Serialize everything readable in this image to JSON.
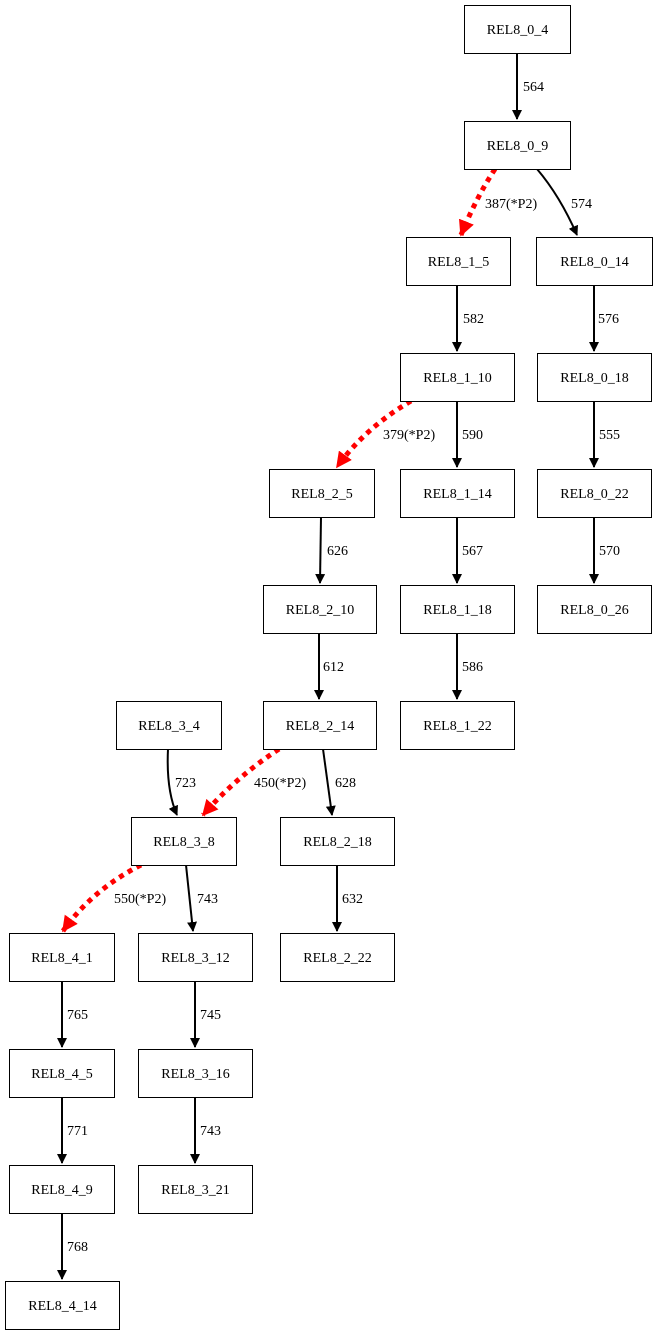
{
  "diagram": {
    "type": "directed-graph",
    "colors": {
      "normal_edge": "#000000",
      "priority_edge": "#ff0000"
    },
    "nodes": [
      {
        "id": "REL8_0_4",
        "label": "REL8_0_4"
      },
      {
        "id": "REL8_0_9",
        "label": "REL8_0_9"
      },
      {
        "id": "REL8_1_5",
        "label": "REL8_1_5"
      },
      {
        "id": "REL8_0_14",
        "label": "REL8_0_14"
      },
      {
        "id": "REL8_1_10",
        "label": "REL8_1_10"
      },
      {
        "id": "REL8_0_18",
        "label": "REL8_0_18"
      },
      {
        "id": "REL8_2_5",
        "label": "REL8_2_5"
      },
      {
        "id": "REL8_1_14",
        "label": "REL8_1_14"
      },
      {
        "id": "REL8_0_22",
        "label": "REL8_0_22"
      },
      {
        "id": "REL8_2_10",
        "label": "REL8_2_10"
      },
      {
        "id": "REL8_1_18",
        "label": "REL8_1_18"
      },
      {
        "id": "REL8_0_26",
        "label": "REL8_0_26"
      },
      {
        "id": "REL8_3_4",
        "label": "REL8_3_4"
      },
      {
        "id": "REL8_2_14",
        "label": "REL8_2_14"
      },
      {
        "id": "REL8_1_22",
        "label": "REL8_1_22"
      },
      {
        "id": "REL8_3_8",
        "label": "REL8_3_8"
      },
      {
        "id": "REL8_2_18",
        "label": "REL8_2_18"
      },
      {
        "id": "REL8_4_1",
        "label": "REL8_4_1"
      },
      {
        "id": "REL8_3_12",
        "label": "REL8_3_12"
      },
      {
        "id": "REL8_2_22",
        "label": "REL8_2_22"
      },
      {
        "id": "REL8_4_5",
        "label": "REL8_4_5"
      },
      {
        "id": "REL8_3_16",
        "label": "REL8_3_16"
      },
      {
        "id": "REL8_4_9",
        "label": "REL8_4_9"
      },
      {
        "id": "REL8_3_21",
        "label": "REL8_3_21"
      },
      {
        "id": "REL8_4_14",
        "label": "REL8_4_14"
      }
    ],
    "edges": [
      {
        "from": "REL8_0_4",
        "to": "REL8_0_9",
        "label": "564",
        "style": "normal"
      },
      {
        "from": "REL8_0_9",
        "to": "REL8_1_5",
        "label": "387(*P2)",
        "style": "priority"
      },
      {
        "from": "REL8_0_9",
        "to": "REL8_0_14",
        "label": "574",
        "style": "normal"
      },
      {
        "from": "REL8_1_5",
        "to": "REL8_1_10",
        "label": "582",
        "style": "normal"
      },
      {
        "from": "REL8_0_14",
        "to": "REL8_0_18",
        "label": "576",
        "style": "normal"
      },
      {
        "from": "REL8_1_10",
        "to": "REL8_2_5",
        "label": "379(*P2)",
        "style": "priority"
      },
      {
        "from": "REL8_1_10",
        "to": "REL8_1_14",
        "label": "590",
        "style": "normal"
      },
      {
        "from": "REL8_0_18",
        "to": "REL8_0_22",
        "label": "555",
        "style": "normal"
      },
      {
        "from": "REL8_2_5",
        "to": "REL8_2_10",
        "label": "626",
        "style": "normal"
      },
      {
        "from": "REL8_1_14",
        "to": "REL8_1_18",
        "label": "567",
        "style": "normal"
      },
      {
        "from": "REL8_0_22",
        "to": "REL8_0_26",
        "label": "570",
        "style": "normal"
      },
      {
        "from": "REL8_2_10",
        "to": "REL8_2_14",
        "label": "612",
        "style": "normal"
      },
      {
        "from": "REL8_1_18",
        "to": "REL8_1_22",
        "label": "586",
        "style": "normal"
      },
      {
        "from": "REL8_3_4",
        "to": "REL8_3_8",
        "label": "723",
        "style": "normal"
      },
      {
        "from": "REL8_2_14",
        "to": "REL8_3_8",
        "label": "450(*P2)",
        "style": "priority"
      },
      {
        "from": "REL8_2_14",
        "to": "REL8_2_18",
        "label": "628",
        "style": "normal"
      },
      {
        "from": "REL8_3_8",
        "to": "REL8_4_1",
        "label": "550(*P2)",
        "style": "priority"
      },
      {
        "from": "REL8_3_8",
        "to": "REL8_3_12",
        "label": "743",
        "style": "normal"
      },
      {
        "from": "REL8_2_18",
        "to": "REL8_2_22",
        "label": "632",
        "style": "normal"
      },
      {
        "from": "REL8_4_1",
        "to": "REL8_4_5",
        "label": "765",
        "style": "normal"
      },
      {
        "from": "REL8_3_12",
        "to": "REL8_3_16",
        "label": "745",
        "style": "normal"
      },
      {
        "from": "REL8_4_5",
        "to": "REL8_4_9",
        "label": "771",
        "style": "normal"
      },
      {
        "from": "REL8_3_16",
        "to": "REL8_3_21",
        "label": "743",
        "style": "normal"
      },
      {
        "from": "REL8_4_9",
        "to": "REL8_4_14",
        "label": "768",
        "style": "normal"
      }
    ]
  }
}
